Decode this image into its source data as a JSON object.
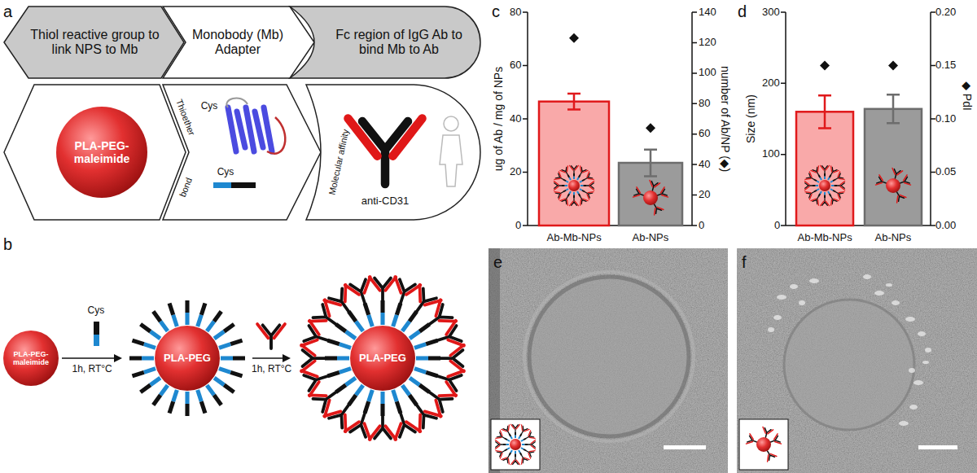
{
  "diagram": {
    "nodes": [
      {
        "text": [
          "Thiol reactive group to link NPS to Mb"
        ]
      },
      {
        "text": [
          "Monobody (Mb) Adapter"
        ]
      },
      {
        "text": [
          "Fc region of IgG Ab to bind Mb to Ab"
        ]
      },
      {
        "text": [
          "PLA-PEG-maleimide"
        ]
      },
      {
        "text": [
          "Cys",
          "Thioether",
          "bond",
          "Cys"
        ]
      },
      {
        "text": [
          "Molecular affinity",
          "anti-CD31"
        ]
      },
      {
        "text": [
          "PLA-PEG-maleimide"
        ]
      },
      {
        "text": [
          "PLA-PEG"
        ]
      },
      {
        "text": [
          "PLA-PEG"
        ]
      }
    ],
    "edges": [
      {
        "from": 6,
        "to": 7,
        "arrow": "to",
        "label": "1h, RT°C"
      },
      {
        "from": 7,
        "to": 8,
        "arrow": "to",
        "label": "1h, RT°C"
      }
    ],
    "labels": [
      "a",
      "b",
      "c",
      "d",
      "e",
      "f",
      "Cys",
      "ug of Ab / mg of NPs",
      "0",
      "20",
      "40",
      "60",
      "80",
      "number of Ab/NP (◆)",
      "0",
      "20",
      "40",
      "60",
      "80",
      "100",
      "120",
      "140",
      "Ab-Mb-NPs",
      "Ab-NPs",
      "Size (nm)",
      "0",
      "100",
      "200",
      "300",
      "◆ PdI",
      "0.00",
      "0.05",
      "0.10",
      "0.15",
      "0.20",
      "Ab-Mb-NPs",
      "Ab-NPs"
    ]
  }
}
